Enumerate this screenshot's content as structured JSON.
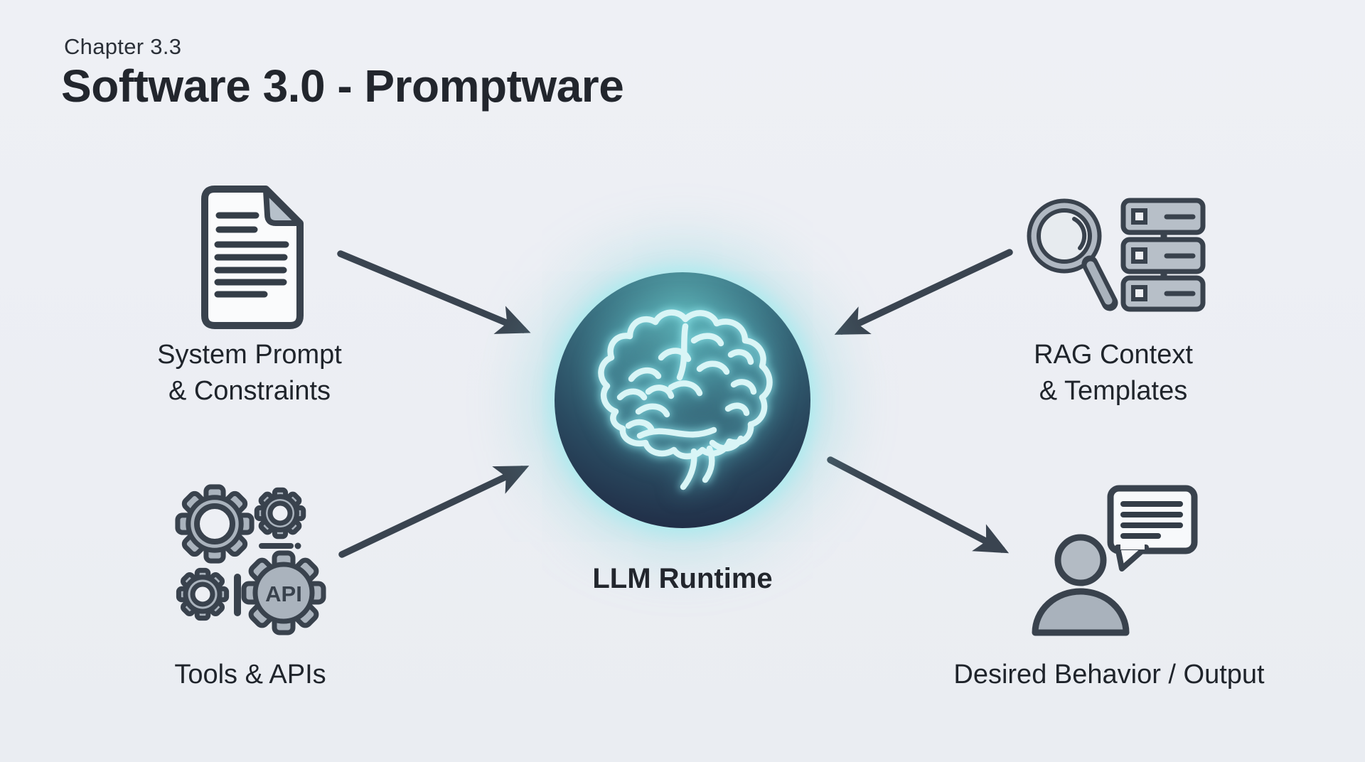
{
  "header": {
    "kicker": "Chapter 3.3",
    "title": "Software 3.0 - Promptware"
  },
  "center_node": {
    "label": "LLM Runtime"
  },
  "nodes": {
    "system_prompt": {
      "line1": "System Prompt",
      "line2": "& Constraints"
    },
    "tools_apis": {
      "label": "Tools & APIs",
      "badge": "API"
    },
    "rag_context": {
      "line1": "RAG Context",
      "line2": "& Templates"
    },
    "desired_output": {
      "label": "Desired Behavior / Output"
    }
  },
  "colors": {
    "background": "#edeff4",
    "heading_ink": "#22262d",
    "label_ink": "#1f242b",
    "icon_outline": "#39424d",
    "icon_fill": "#aab3bd",
    "paper_fill": "#fafbfc",
    "arrow": "#3a4450",
    "circle_top": "#55a3a9",
    "circle_bottom": "#1e2940",
    "neon_stroke": "#d9f5f6",
    "glow": "#7fd8dc"
  }
}
